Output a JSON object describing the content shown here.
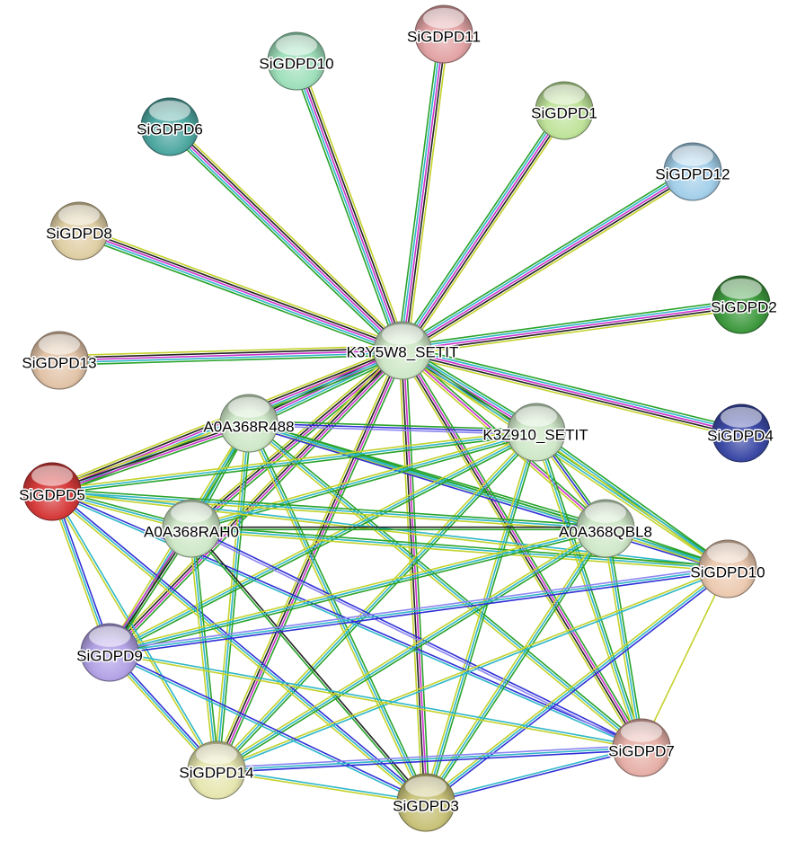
{
  "hub": "K3Y5W8_SETIT",
  "nodes": [
    {
      "id": "K3Y5W8_SETIT",
      "color": "#cfe8c8"
    },
    {
      "id": "SiGDPD11",
      "color": "#e3a4a6"
    },
    {
      "id": "SiGDPD10_top",
      "label": "SiGDPD10",
      "color": "#9fe0bb"
    },
    {
      "id": "SiGDPD1",
      "color": "#bfe39a"
    },
    {
      "id": "SiGDPD6",
      "color": "#4fa8a2"
    },
    {
      "id": "SiGDPD12",
      "color": "#a4cfea"
    },
    {
      "id": "SiGDPD8",
      "color": "#e0cfa5"
    },
    {
      "id": "SiGDPD2",
      "color": "#3f9a3f"
    },
    {
      "id": "SiGDPD13",
      "color": "#e2c4a8"
    },
    {
      "id": "SiGDPD4",
      "color": "#3c4aa6"
    },
    {
      "id": "A0A368R488",
      "color": "#cfe8c8"
    },
    {
      "id": "K3Z910_SETIT",
      "color": "#cfe8c8"
    },
    {
      "id": "SiGDPD5",
      "color": "#d63a3a"
    },
    {
      "id": "A0A368RAH0",
      "color": "#cfe8c8"
    },
    {
      "id": "A0A368QBL8",
      "color": "#cfe8c8"
    },
    {
      "id": "SiGDPD10_bottom",
      "label": "SiGDPD10",
      "color": "#eccab0"
    },
    {
      "id": "SiGDPD9",
      "color": "#b3a3e6"
    },
    {
      "id": "SiGDPD7",
      "color": "#e6b0a8"
    },
    {
      "id": "SiGDPD14",
      "color": "#e6e6b0"
    },
    {
      "id": "SiGDPD3",
      "color": "#c8c27a"
    }
  ],
  "edge_colors": {
    "green": "#29a329",
    "yellow": "#c4d22c",
    "cyan": "#2fb7c9",
    "magenta": "#cc33cc",
    "black": "#222222",
    "blue": "#2f2fd6",
    "lavender": "#8c86f0"
  },
  "edges": [
    {
      "a": "K3Y5W8_SETIT",
      "b": "SiGDPD11",
      "types": [
        "green",
        "cyan",
        "magenta",
        "black",
        "yellow"
      ]
    },
    {
      "a": "K3Y5W8_SETIT",
      "b": "SiGDPD10_top",
      "types": [
        "green",
        "cyan",
        "magenta",
        "black",
        "yellow"
      ]
    },
    {
      "a": "K3Y5W8_SETIT",
      "b": "SiGDPD1",
      "types": [
        "green",
        "cyan",
        "magenta",
        "black",
        "yellow"
      ]
    },
    {
      "a": "K3Y5W8_SETIT",
      "b": "SiGDPD6",
      "types": [
        "green",
        "cyan",
        "magenta",
        "black",
        "yellow"
      ]
    },
    {
      "a": "K3Y5W8_SETIT",
      "b": "SiGDPD12",
      "types": [
        "green",
        "cyan",
        "magenta",
        "black",
        "yellow"
      ]
    },
    {
      "a": "K3Y5W8_SETIT",
      "b": "SiGDPD8",
      "types": [
        "green",
        "cyan",
        "magenta",
        "black",
        "yellow"
      ]
    },
    {
      "a": "K3Y5W8_SETIT",
      "b": "SiGDPD2",
      "types": [
        "green",
        "cyan",
        "magenta",
        "black",
        "yellow"
      ]
    },
    {
      "a": "K3Y5W8_SETIT",
      "b": "SiGDPD13",
      "types": [
        "green",
        "cyan",
        "magenta",
        "black",
        "yellow"
      ]
    },
    {
      "a": "K3Y5W8_SETIT",
      "b": "SiGDPD4",
      "types": [
        "green",
        "cyan",
        "magenta",
        "black",
        "yellow"
      ]
    },
    {
      "a": "K3Y5W8_SETIT",
      "b": "A0A368R488",
      "types": [
        "green",
        "cyan",
        "magenta",
        "black",
        "yellow"
      ]
    },
    {
      "a": "K3Y5W8_SETIT",
      "b": "K3Z910_SETIT",
      "types": [
        "green",
        "cyan",
        "magenta",
        "black",
        "yellow"
      ]
    },
    {
      "a": "K3Y5W8_SETIT",
      "b": "SiGDPD5",
      "types": [
        "green",
        "cyan",
        "magenta",
        "black",
        "yellow"
      ]
    },
    {
      "a": "K3Y5W8_SETIT",
      "b": "A0A368RAH0",
      "types": [
        "green",
        "magenta",
        "black",
        "yellow"
      ]
    },
    {
      "a": "K3Y5W8_SETIT",
      "b": "A0A368QBL8",
      "types": [
        "green",
        "magenta",
        "yellow"
      ]
    },
    {
      "a": "K3Y5W8_SETIT",
      "b": "SiGDPD10_bottom",
      "types": [
        "green",
        "cyan",
        "yellow"
      ]
    },
    {
      "a": "K3Y5W8_SETIT",
      "b": "SiGDPD9",
      "types": [
        "green",
        "magenta",
        "black",
        "yellow"
      ]
    },
    {
      "a": "K3Y5W8_SETIT",
      "b": "SiGDPD7",
      "types": [
        "green",
        "magenta",
        "black",
        "yellow"
      ]
    },
    {
      "a": "K3Y5W8_SETIT",
      "b": "SiGDPD14",
      "types": [
        "green",
        "magenta",
        "black",
        "yellow"
      ]
    },
    {
      "a": "K3Y5W8_SETIT",
      "b": "SiGDPD3",
      "types": [
        "green",
        "magenta",
        "black",
        "yellow"
      ]
    },
    {
      "a": "A0A368R488",
      "b": "K3Z910_SETIT",
      "types": [
        "green",
        "blue",
        "lavender"
      ]
    },
    {
      "a": "A0A368R488",
      "b": "SiGDPD5",
      "types": [
        "green",
        "magenta",
        "black",
        "yellow"
      ]
    },
    {
      "a": "A0A368R488",
      "b": "A0A368RAH0",
      "types": [
        "green",
        "cyan",
        "yellow"
      ]
    },
    {
      "a": "A0A368R488",
      "b": "A0A368QBL8",
      "types": [
        "green",
        "cyan",
        "yellow"
      ]
    },
    {
      "a": "A0A368R488",
      "b": "SiGDPD10_bottom",
      "types": [
        "green",
        "cyan",
        "blue"
      ]
    },
    {
      "a": "A0A368R488",
      "b": "SiGDPD9",
      "types": [
        "green",
        "cyan",
        "yellow"
      ]
    },
    {
      "a": "A0A368R488",
      "b": "SiGDPD7",
      "types": [
        "green",
        "cyan",
        "yellow"
      ]
    },
    {
      "a": "A0A368R488",
      "b": "SiGDPD14",
      "types": [
        "green",
        "cyan",
        "yellow"
      ]
    },
    {
      "a": "A0A368R488",
      "b": "SiGDPD3",
      "types": [
        "green",
        "cyan",
        "yellow"
      ]
    },
    {
      "a": "K3Z910_SETIT",
      "b": "SiGDPD5",
      "types": [
        "green",
        "cyan",
        "yellow"
      ]
    },
    {
      "a": "K3Z910_SETIT",
      "b": "A0A368RAH0",
      "types": [
        "green",
        "cyan",
        "yellow"
      ]
    },
    {
      "a": "K3Z910_SETIT",
      "b": "A0A368QBL8",
      "types": [
        "green",
        "blue",
        "yellow"
      ]
    },
    {
      "a": "K3Z910_SETIT",
      "b": "SiGDPD10_bottom",
      "types": [
        "green",
        "cyan",
        "yellow"
      ]
    },
    {
      "a": "K3Z910_SETIT",
      "b": "SiGDPD9",
      "types": [
        "green",
        "cyan",
        "yellow"
      ]
    },
    {
      "a": "K3Z910_SETIT",
      "b": "SiGDPD7",
      "types": [
        "green",
        "cyan",
        "yellow"
      ]
    },
    {
      "a": "K3Z910_SETIT",
      "b": "SiGDPD14",
      "types": [
        "green",
        "cyan",
        "yellow"
      ]
    },
    {
      "a": "K3Z910_SETIT",
      "b": "SiGDPD3",
      "types": [
        "green",
        "cyan",
        "yellow"
      ]
    },
    {
      "a": "SiGDPD5",
      "b": "A0A368RAH0",
      "types": [
        "green",
        "cyan",
        "yellow"
      ]
    },
    {
      "a": "SiGDPD5",
      "b": "A0A368QBL8",
      "types": [
        "green",
        "cyan",
        "yellow"
      ]
    },
    {
      "a": "SiGDPD5",
      "b": "SiGDPD10_bottom",
      "types": [
        "cyan",
        "yellow"
      ]
    },
    {
      "a": "SiGDPD5",
      "b": "SiGDPD9",
      "types": [
        "blue",
        "cyan",
        "yellow"
      ]
    },
    {
      "a": "SiGDPD5",
      "b": "SiGDPD7",
      "types": [
        "blue",
        "cyan"
      ]
    },
    {
      "a": "SiGDPD5",
      "b": "SiGDPD14",
      "types": [
        "cyan",
        "yellow"
      ]
    },
    {
      "a": "SiGDPD5",
      "b": "SiGDPD3",
      "types": [
        "blue",
        "cyan",
        "yellow"
      ]
    },
    {
      "a": "A0A368RAH0",
      "b": "A0A368QBL8",
      "types": [
        "black",
        "green"
      ]
    },
    {
      "a": "A0A368RAH0",
      "b": "SiGDPD10_bottom",
      "types": [
        "green",
        "cyan",
        "yellow"
      ]
    },
    {
      "a": "A0A368RAH0",
      "b": "SiGDPD9",
      "types": [
        "green",
        "black",
        "magenta"
      ]
    },
    {
      "a": "A0A368RAH0",
      "b": "SiGDPD7",
      "types": [
        "blue",
        "lavender"
      ]
    },
    {
      "a": "A0A368RAH0",
      "b": "SiGDPD14",
      "types": [
        "green",
        "cyan",
        "yellow"
      ]
    },
    {
      "a": "A0A368RAH0",
      "b": "SiGDPD3",
      "types": [
        "black",
        "green"
      ]
    },
    {
      "a": "A0A368QBL8",
      "b": "SiGDPD10_bottom",
      "types": [
        "green",
        "cyan",
        "yellow"
      ]
    },
    {
      "a": "A0A368QBL8",
      "b": "SiGDPD9",
      "types": [
        "green",
        "cyan",
        "yellow"
      ]
    },
    {
      "a": "A0A368QBL8",
      "b": "SiGDPD7",
      "types": [
        "green",
        "cyan",
        "yellow"
      ]
    },
    {
      "a": "A0A368QBL8",
      "b": "SiGDPD14",
      "types": [
        "green",
        "cyan",
        "yellow"
      ]
    },
    {
      "a": "A0A368QBL8",
      "b": "SiGDPD3",
      "types": [
        "green",
        "cyan",
        "yellow"
      ]
    },
    {
      "a": "SiGDPD10_bottom",
      "b": "SiGDPD9",
      "types": [
        "blue",
        "cyan",
        "lavender"
      ]
    },
    {
      "a": "SiGDPD10_bottom",
      "b": "SiGDPD7",
      "types": [
        "yellow"
      ]
    },
    {
      "a": "SiGDPD10_bottom",
      "b": "SiGDPD14",
      "types": [
        "cyan",
        "yellow"
      ]
    },
    {
      "a": "SiGDPD10_bottom",
      "b": "SiGDPD3",
      "types": [
        "blue",
        "cyan",
        "yellow"
      ]
    },
    {
      "a": "SiGDPD9",
      "b": "SiGDPD7",
      "types": [
        "cyan",
        "yellow"
      ]
    },
    {
      "a": "SiGDPD9",
      "b": "SiGDPD14",
      "types": [
        "blue",
        "cyan",
        "yellow"
      ]
    },
    {
      "a": "SiGDPD9",
      "b": "SiGDPD3",
      "types": [
        "blue",
        "cyan"
      ]
    },
    {
      "a": "SiGDPD7",
      "b": "SiGDPD14",
      "types": [
        "blue",
        "cyan",
        "lavender"
      ]
    },
    {
      "a": "SiGDPD7",
      "b": "SiGDPD3",
      "types": [
        "blue",
        "cyan"
      ]
    },
    {
      "a": "SiGDPD14",
      "b": "SiGDPD3",
      "types": [
        "cyan",
        "yellow"
      ]
    }
  ]
}
